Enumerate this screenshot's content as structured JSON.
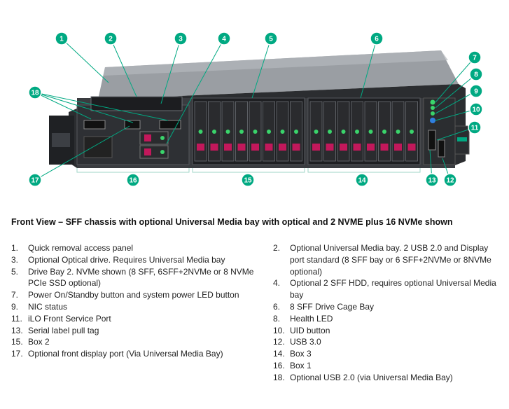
{
  "callouts": [
    "1",
    "2",
    "3",
    "4",
    "5",
    "6",
    "7",
    "8",
    "9",
    "10",
    "11",
    "12",
    "13",
    "14",
    "15",
    "16",
    "17",
    "18"
  ],
  "colors": {
    "callout": "#00a982",
    "chassis_dark": "#2b2d30",
    "chassis_mid": "#4a4d52",
    "top_panel": "#8e9297",
    "led_green": "#3ad46b",
    "uid_blue": "#2f7fe0",
    "drive_red": "#c2185b"
  },
  "caption": "Front View – SFF chassis with optional Universal Media bay with optical and 2 NVME plus 16 NVMe shown",
  "legend_left": [
    {
      "num": "1.",
      "text": "Quick removal access panel"
    },
    {
      "num": "3.",
      "text": "Optional Optical drive. Requires Universal Media bay"
    },
    {
      "num": "5.",
      "text": "Drive Bay 2. NVMe shown (8 SFF, 6SFF+2NVMe or 8 NVMe PCIe SSD optional)"
    },
    {
      "num": "7.",
      "text": "Power On/Standby button and system power LED button"
    },
    {
      "num": "9.",
      "text": "NIC status"
    },
    {
      "num": "11.",
      "text": "iLO Front Service Port"
    },
    {
      "num": "13.",
      "text": "Serial label pull tag"
    },
    {
      "num": "15.",
      "text": "Box 2"
    },
    {
      "num": "17.",
      "text": "Optional front display port (Via Universal Media Bay)"
    }
  ],
  "legend_right": [
    {
      "num": "2.",
      "text": "Optional Universal Media bay. 2 USB 2.0 and Display port standard (8 SFF bay or 6 SFF+2NVMe or 8NVMe optional)"
    },
    {
      "num": "4.",
      "text": "Optional 2 SFF HDD, requires optional Universal Media bay"
    },
    {
      "num": "6.",
      "text": "8 SFF Drive Cage Bay"
    },
    {
      "num": "8.",
      "text": "Health LED"
    },
    {
      "num": "10.",
      "text": "UID button"
    },
    {
      "num": "12.",
      "text": "USB 3.0"
    },
    {
      "num": "14.",
      "text": "Box 3"
    },
    {
      "num": "16.",
      "text": "Box 1"
    },
    {
      "num": "18.",
      "text": "Optional USB 2.0 (via Universal Media Bay)"
    }
  ]
}
